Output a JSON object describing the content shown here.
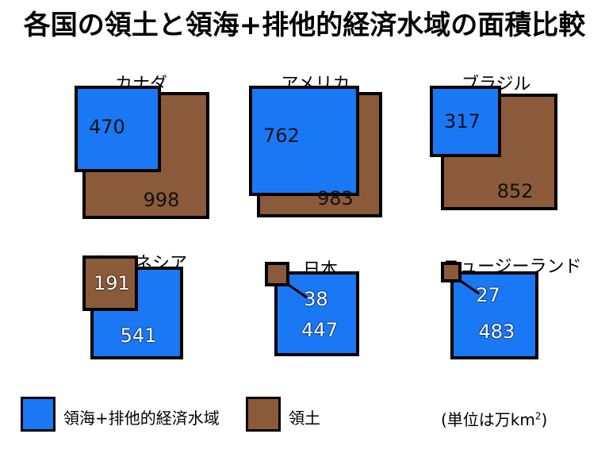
{
  "title": "各国の領土と領海+排他的経済水域の面積比較",
  "chart_data": {
    "type": "area-comparison",
    "unit_label": "(単位は万km",
    "unit_sup": "2",
    "unit_close": ")",
    "series": [
      {
        "name": "領海+排他的経済水域",
        "key": "eez",
        "color": "#1a78f5"
      },
      {
        "name": "領土",
        "key": "land",
        "color": "#8b5a3a"
      }
    ],
    "countries": [
      {
        "name": "カナダ",
        "land": 998,
        "eez": 470
      },
      {
        "name": "アメリカ",
        "land": 983,
        "eez": 762
      },
      {
        "name": "ブラジル",
        "land": 852,
        "eez": 317
      },
      {
        "name": "インドネシア",
        "land": 191,
        "eez": 541
      },
      {
        "name": "日本",
        "land": 38,
        "eez": 447
      },
      {
        "name": "ニュージーランド",
        "land": 27,
        "eez": 483
      }
    ]
  },
  "legend": [
    {
      "label": "領海+排他的経済水域",
      "color": "#1a78f5"
    },
    {
      "label": "領土",
      "color": "#8b5a3a"
    }
  ]
}
